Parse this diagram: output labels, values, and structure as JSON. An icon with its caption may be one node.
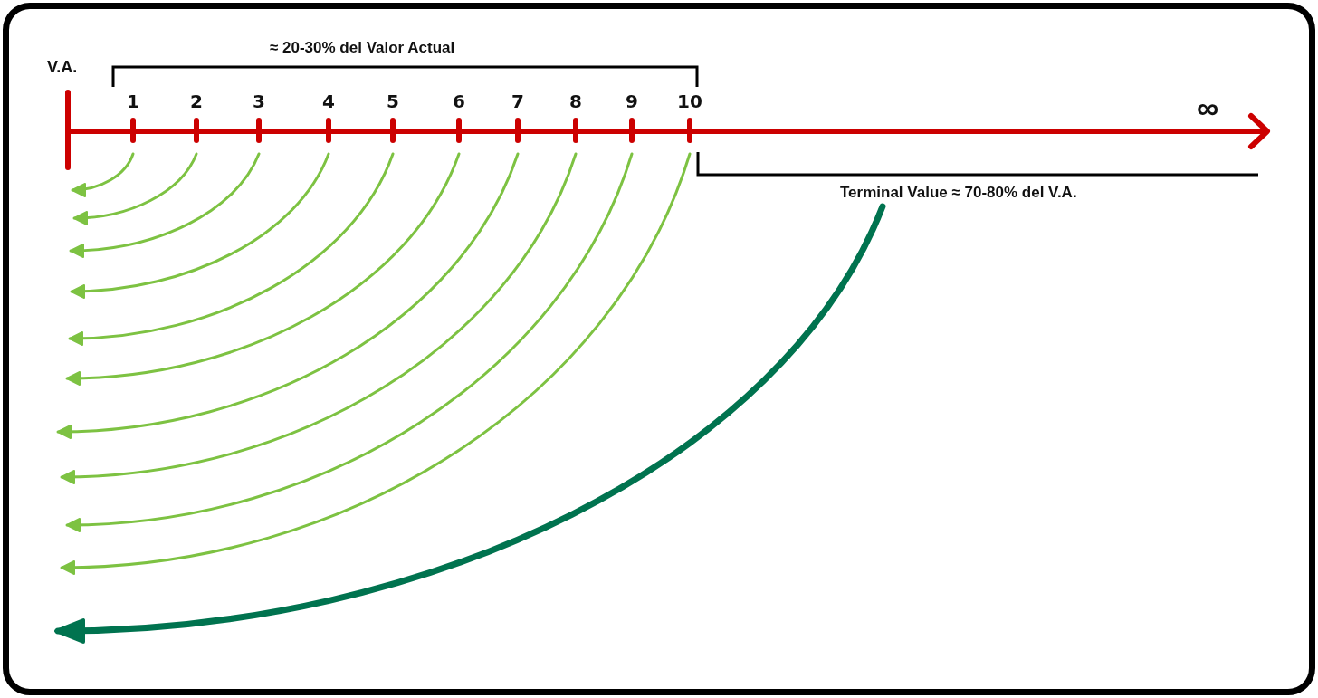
{
  "diagram": {
    "nodes": [
      {
        "text": [
          "1"
        ]
      },
      {
        "text": [
          "2"
        ]
      },
      {
        "text": [
          "3"
        ]
      },
      {
        "text": [
          "4"
        ]
      },
      {
        "text": [
          "5"
        ]
      },
      {
        "text": [
          "6"
        ]
      },
      {
        "text": [
          "7"
        ]
      },
      {
        "text": [
          "8"
        ]
      },
      {
        "text": [
          "9"
        ]
      },
      {
        "text": [
          "10"
        ]
      },
      {
        "text": [
          "Terminal Value ≈ 70-80% del V.A."
        ]
      }
    ],
    "edges": [
      {
        "from": 0,
        "to": null,
        "arrow": "to"
      },
      {
        "from": 1,
        "to": null,
        "arrow": "to"
      },
      {
        "from": 2,
        "to": null,
        "arrow": "to"
      },
      {
        "from": 3,
        "to": null,
        "arrow": "to"
      },
      {
        "from": 4,
        "to": null,
        "arrow": "to"
      },
      {
        "from": 5,
        "to": null,
        "arrow": "to"
      },
      {
        "from": 6,
        "to": null,
        "arrow": "to"
      },
      {
        "from": 7,
        "to": null,
        "arrow": "to"
      },
      {
        "from": 8,
        "to": null,
        "arrow": "to"
      },
      {
        "from": 9,
        "to": null,
        "arrow": "to"
      },
      {
        "from": 10,
        "to": null,
        "arrow": "to",
        "style": "thick",
        "color": "#00734f"
      }
    ],
    "labels": [
      "≈ 20-30% del Valor Actual",
      "V.A.",
      "∞"
    ]
  }
}
